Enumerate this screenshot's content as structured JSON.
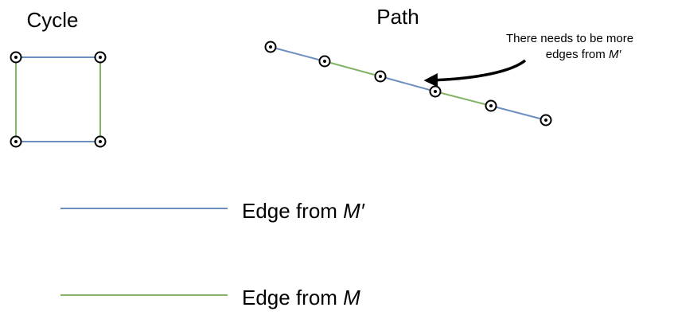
{
  "titles": {
    "cycle": "Cycle",
    "path": "Path"
  },
  "annotation": {
    "line1": "There needs to be more",
    "line2_prefix": "edges from ",
    "line2_symbol": "M′"
  },
  "legend": [
    {
      "prefix": "Edge from ",
      "symbol": "M′",
      "color": "#6c8ebf"
    },
    {
      "prefix": "Edge from ",
      "symbol": "M",
      "color": "#82b366"
    }
  ],
  "colors": {
    "edge_m_prime": "#6c8ebf",
    "edge_m": "#82b366",
    "vertex": "#000000"
  }
}
